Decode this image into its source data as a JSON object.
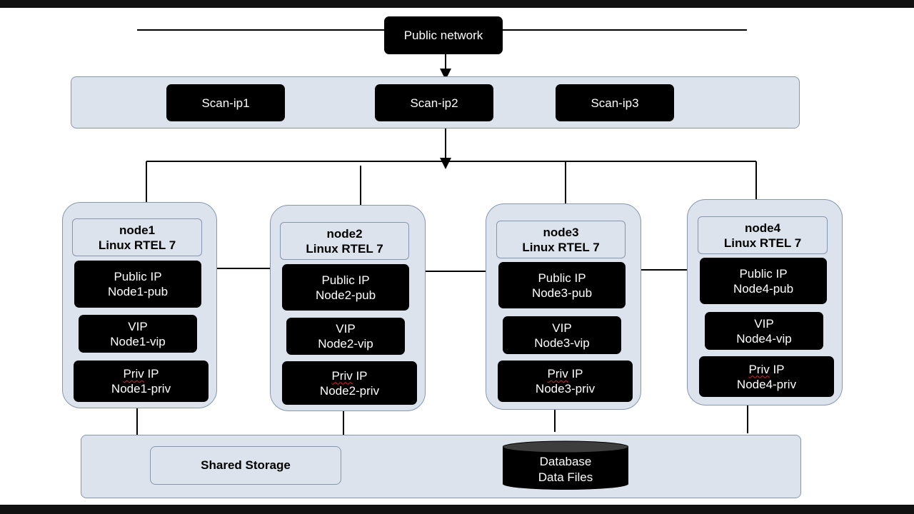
{
  "public_network": "Public network",
  "scan_ips": [
    "Scan-ip1",
    "Scan-ip2",
    "Scan-ip3"
  ],
  "nodes": [
    {
      "name": "node1",
      "os": "Linux RTEL 7",
      "public_label": "Public IP",
      "public_host": "Node1-pub",
      "vip_label": "VIP",
      "vip_host": "Node1-vip",
      "priv_word": "Priv",
      "priv_suffix": " IP",
      "priv_host": "Node1-priv"
    },
    {
      "name": "node2",
      "os": "Linux RTEL 7",
      "public_label": "Public IP",
      "public_host": "Node2-pub",
      "vip_label": "VIP",
      "vip_host": "Node2-vip",
      "priv_word": "Priv",
      "priv_suffix": " IP",
      "priv_host": "Node2-priv"
    },
    {
      "name": "node3",
      "os": "Linux RTEL 7",
      "public_label": "Public IP",
      "public_host": "Node3-pub",
      "vip_label": "VIP",
      "vip_host": "Node3-vip",
      "priv_word": "Priv",
      "priv_suffix": " IP",
      "priv_host": "Node3-priv"
    },
    {
      "name": "node4",
      "os": "Linux RTEL 7",
      "public_label": "Public IP",
      "public_host": "Node4-pub",
      "vip_label": "VIP",
      "vip_host": "Node4-vip",
      "priv_word": "Priv",
      "priv_suffix": " IP",
      "priv_host": "Node4-priv"
    }
  ],
  "shared_storage": "Shared Storage",
  "database": {
    "line1": "Database",
    "line2": "Data Files"
  },
  "colors": {
    "box_fill": "#dde3ec",
    "box_border": "#8496b0",
    "block": "#000000",
    "line": "#000000"
  }
}
